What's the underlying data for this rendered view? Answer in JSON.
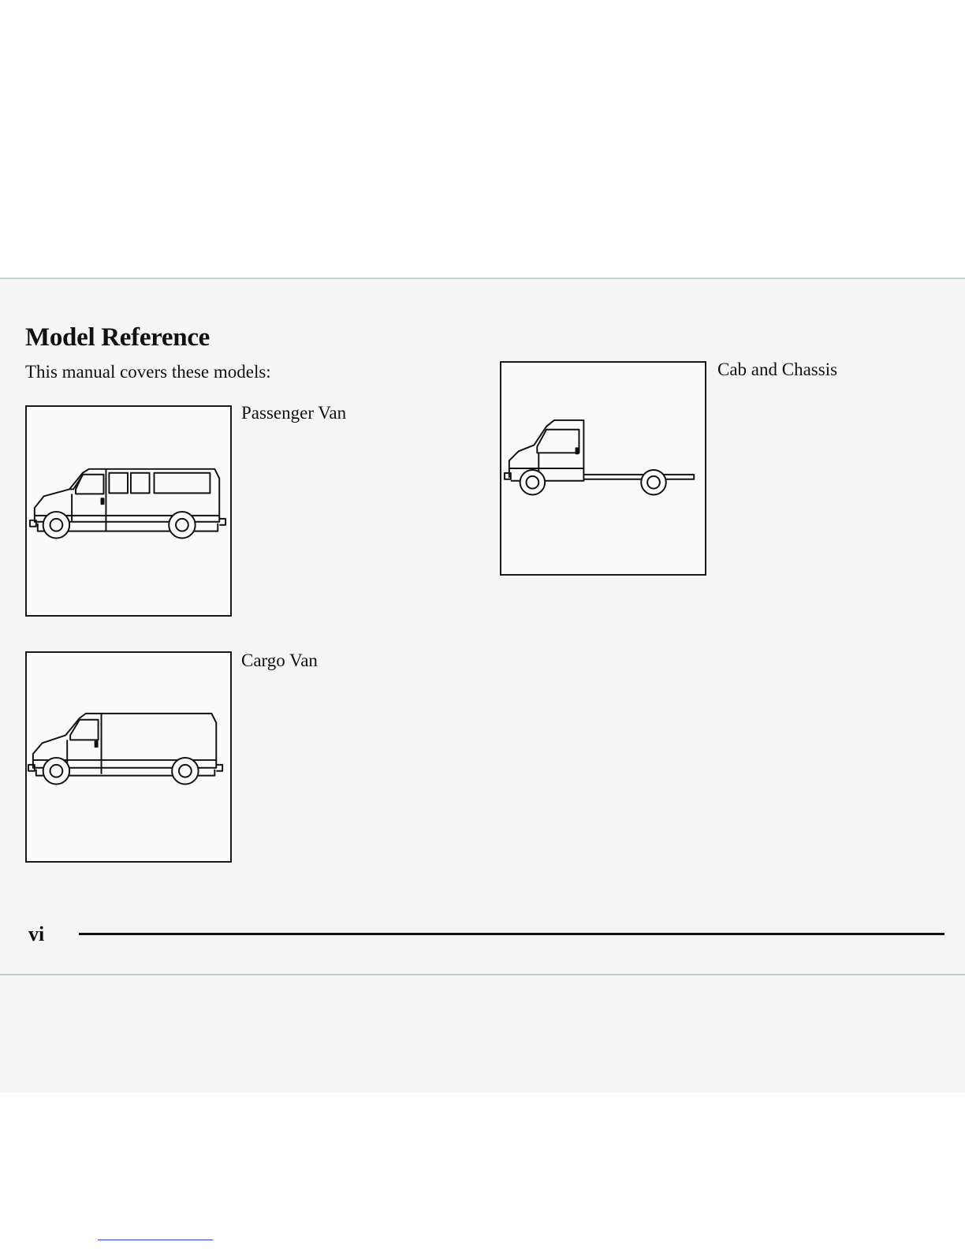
{
  "page": {
    "title": "Model Reference",
    "intro": "This manual covers these models:",
    "page_number": "vi"
  },
  "models": [
    {
      "label": "Passenger Van",
      "icon": "passenger-van-illustration"
    },
    {
      "label": "Cargo Van",
      "icon": "cargo-van-illustration"
    },
    {
      "label": "Cab and Chassis",
      "icon": "cab-chassis-illustration"
    }
  ],
  "colors": {
    "ink": "#111111",
    "band": "#f5f5f5",
    "rule_tint": "#b9d6d0"
  }
}
